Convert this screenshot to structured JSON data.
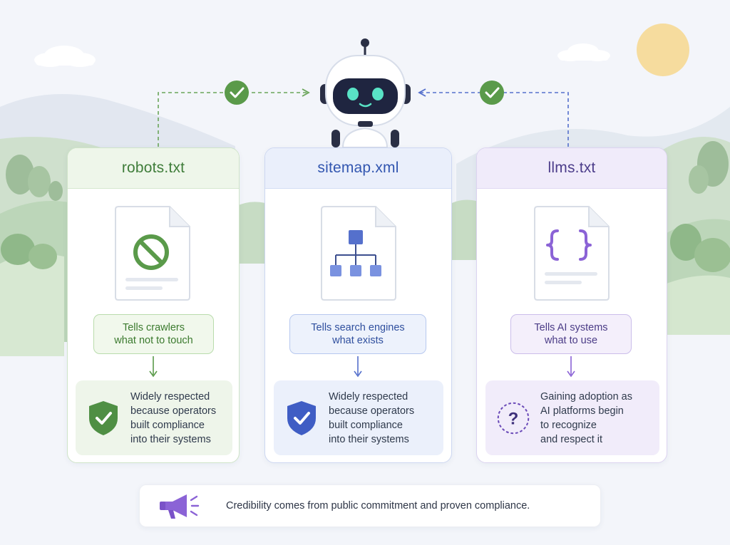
{
  "cards": [
    {
      "title": "robots.txt",
      "doc_icon": "no-entry-icon",
      "role": "Tells crawlers what not to touch",
      "role_lines": [
        "Tells crawlers",
        "what not to touch"
      ],
      "status_icon": "shield-check-icon",
      "status_lines": [
        "Widely respected",
        "because operators",
        "built compliance",
        "into their systems"
      ],
      "accent": "#5a9a4a"
    },
    {
      "title": "sitemap.xml",
      "doc_icon": "sitemap-tree-icon",
      "role_lines": [
        "Tells search engines",
        "what exists"
      ],
      "status_icon": "shield-check-icon",
      "status_lines": [
        "Widely respected",
        "because operators",
        "built compliance",
        "into their systems"
      ],
      "accent": "#5570cc"
    },
    {
      "title": "llms.txt",
      "doc_icon": "curly-braces-icon",
      "role_lines": [
        "Tells AI systems",
        "what to use"
      ],
      "status_icon": "question-circle-icon",
      "status_lines": [
        "Gaining adoption as",
        "AI platforms begin",
        "to recognize",
        "and respect it"
      ],
      "accent": "#8b63d6"
    }
  ],
  "banner": {
    "icon": "megaphone-icon",
    "text": "Credibility comes from public commitment and proven compliance."
  },
  "colors": {
    "green": "#5a9a4a",
    "blue": "#5570cc",
    "purple": "#8b63d6",
    "background": "#f3f5fa"
  }
}
